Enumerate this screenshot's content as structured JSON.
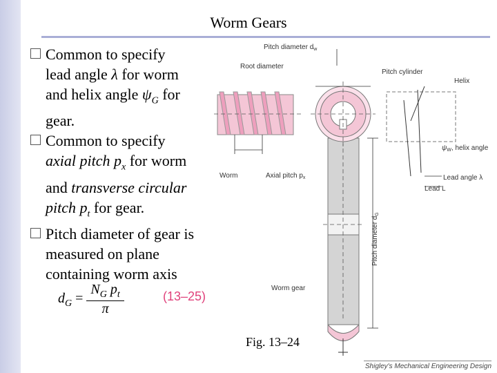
{
  "slide": {
    "title": "Worm Gears",
    "bullets": [
      {
        "parts": [
          "Common to specify\nlead angle ",
          "λ",
          " for worm\nand helix angle ",
          "ψ",
          "G",
          " for\ngear."
        ]
      },
      {
        "parts": [
          "Common to specify\n",
          "axial pitch p",
          "x",
          " for worm\nand ",
          "transverse circular\npitch p",
          "t",
          " for gear."
        ]
      },
      {
        "parts": [
          "Pitch diameter of gear is\nmeasured on plane\ncontaining worm axis"
        ]
      }
    ],
    "formula": {
      "lhs": "d",
      "lhs_sub": "G",
      "num": "N",
      "num_sub": "G",
      "num2": "p",
      "num2_sub": "t",
      "den": "π"
    },
    "equation_number": "(13–25)",
    "figure_caption": "Fig. 13–24",
    "footer": "Shigley's Mechanical Engineering Design"
  },
  "figure": {
    "labels": {
      "pitch_diameter": "Pitch diameter d",
      "pitch_diameter_sub": "w",
      "root_diameter": "Root diameter",
      "pitch_cylinder": "Pitch cylinder",
      "helix": "Helix",
      "helix_angle": "ψ",
      "helix_angle_sub": "W",
      "helix_angle_text": ", helix angle",
      "worm": "Worm",
      "axial_pitch": "Axial pitch p",
      "axial_pitch_sub": "x",
      "lead_angle": "Lead angle λ",
      "lead": "Lead L",
      "pitch_diameter_gear": "Pitch diameter d",
      "pitch_diameter_gear_sub": "G",
      "worm_gear": "Worm gear"
    },
    "colors": {
      "worm_fill": "#f4c6d6",
      "gear_body": "#d4d4d4",
      "accent": "#e0417b"
    }
  }
}
